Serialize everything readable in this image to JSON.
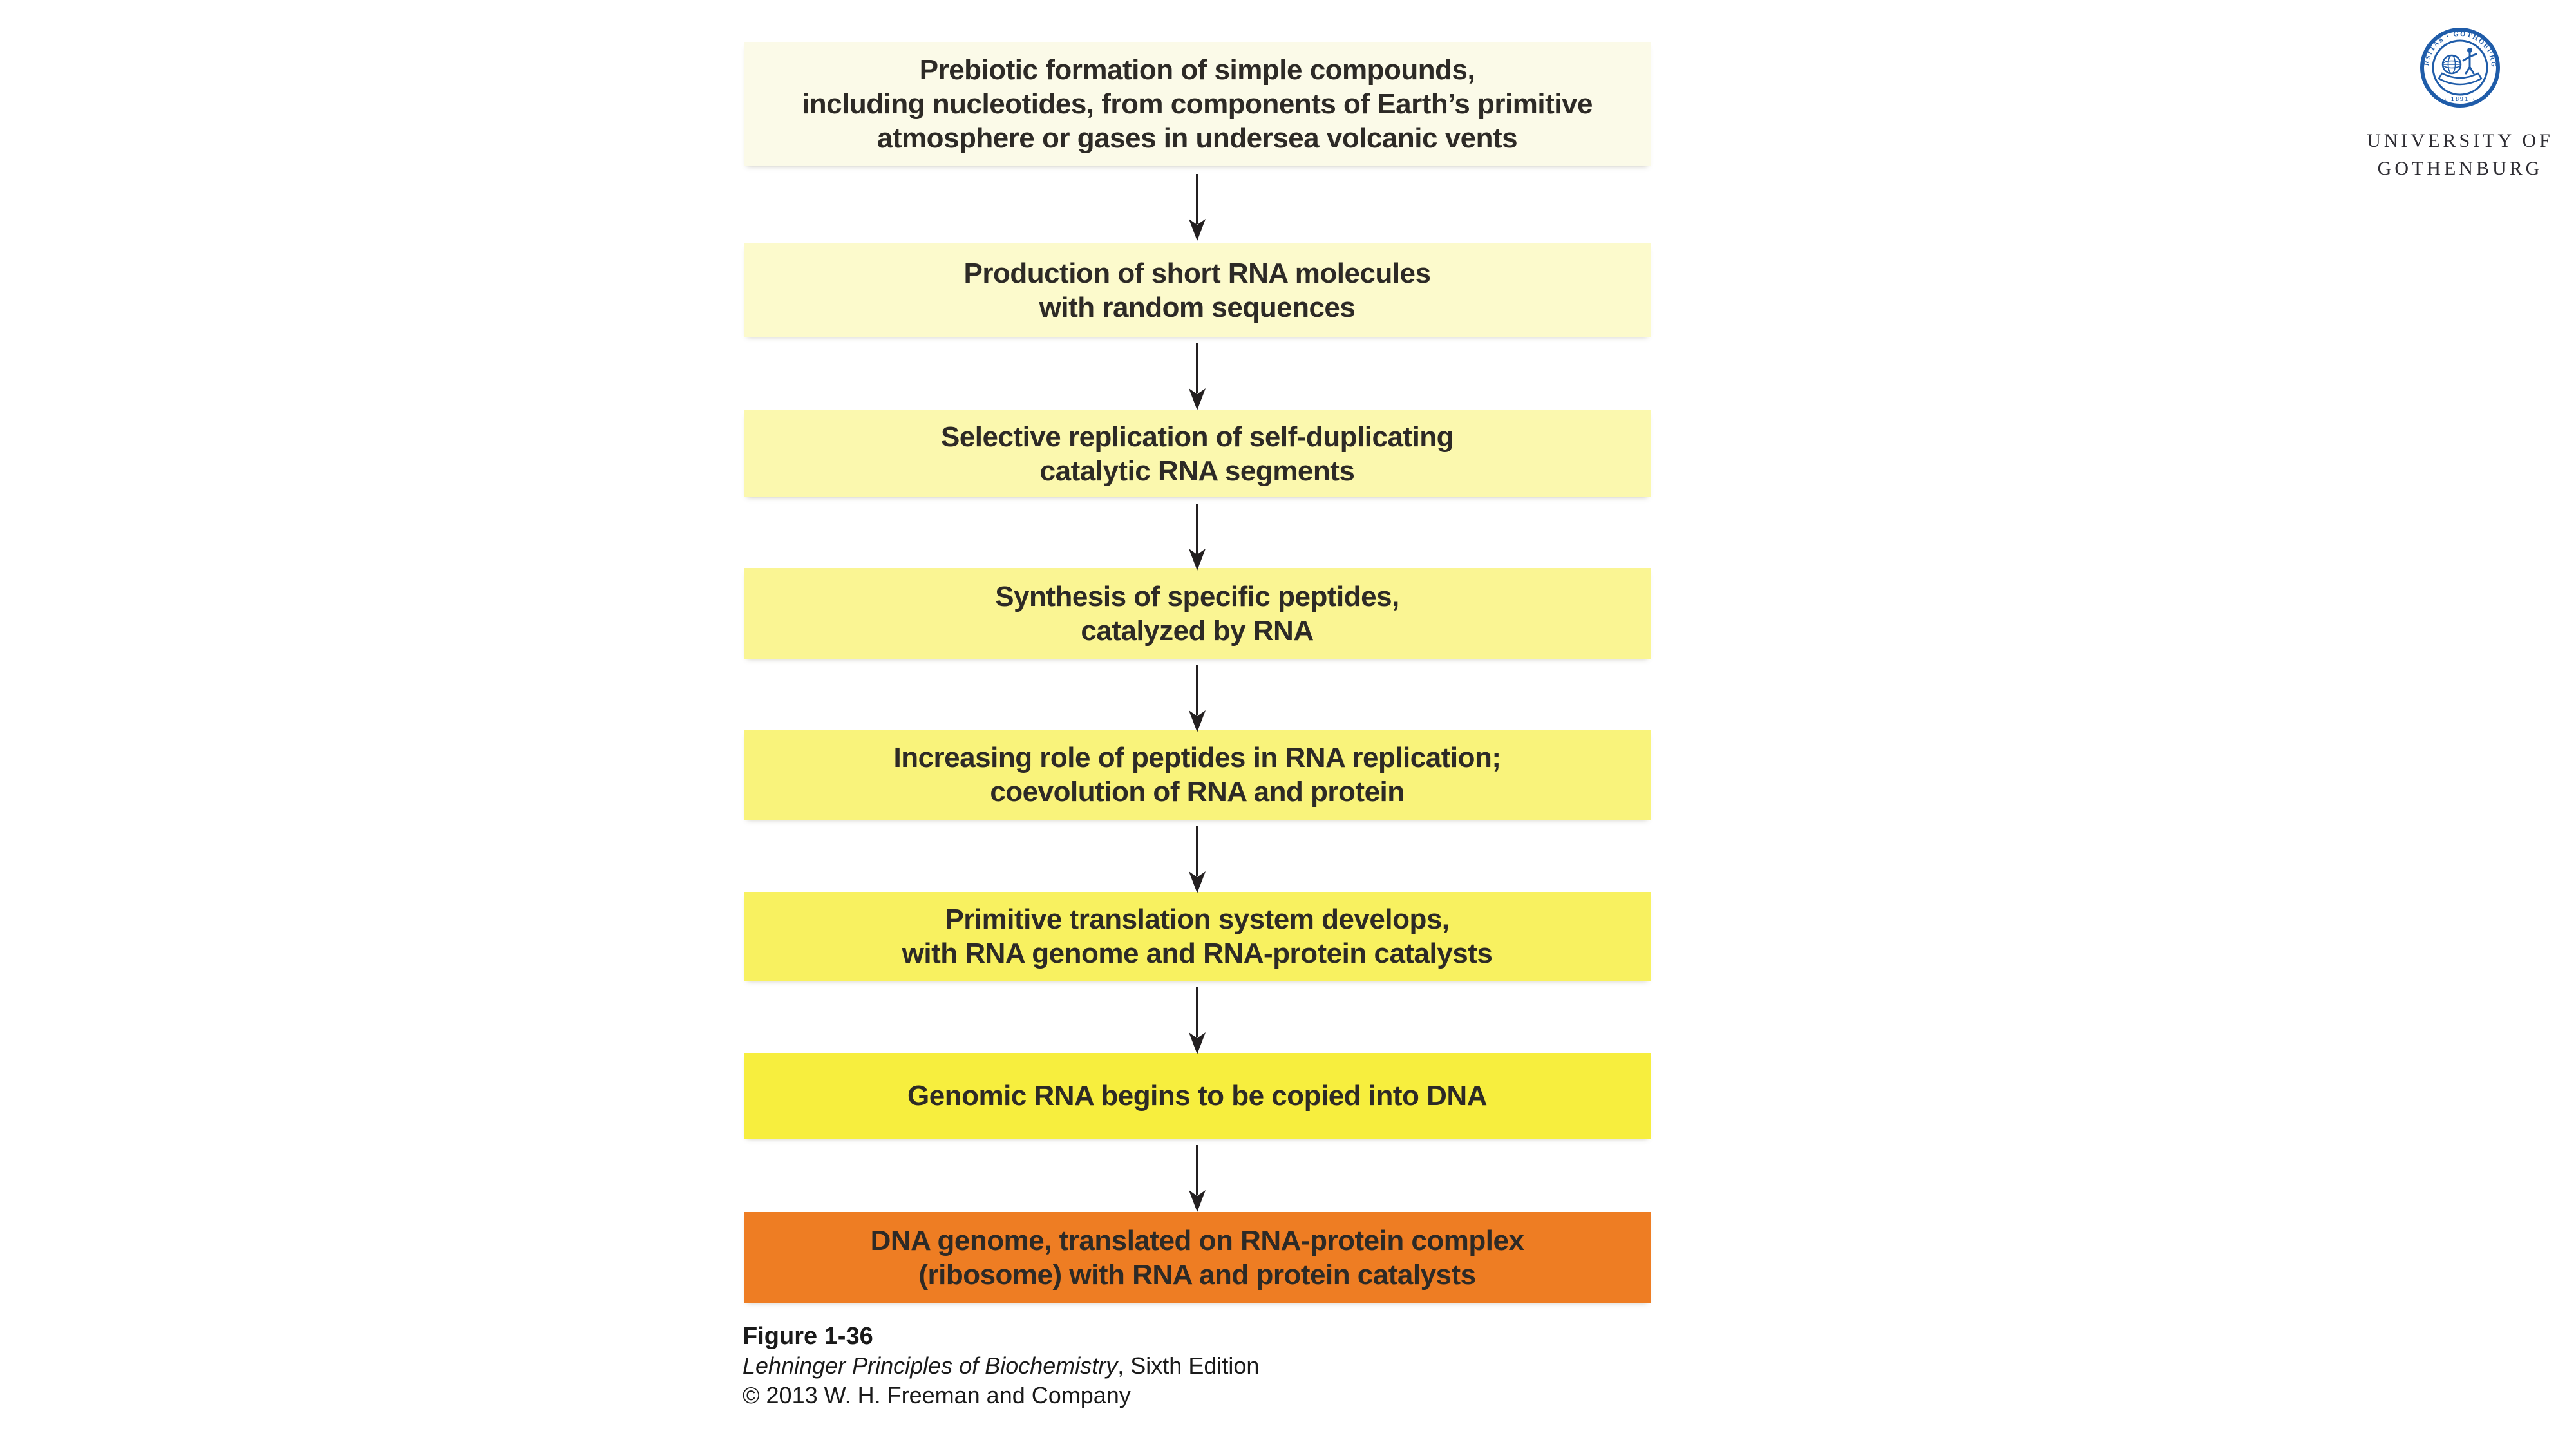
{
  "flowchart": {
    "steps": [
      {
        "text": "Prebiotic formation of simple compounds,\nincluding nucleotides, from components of Earth’s primitive\natmosphere or gases in undersea volcanic vents",
        "bg": "#FBFAE8"
      },
      {
        "text": "Production of short RNA molecules\nwith random sequences",
        "bg": "#FCFACC"
      },
      {
        "text": "Selective replication of self-duplicating\ncatalytic RNA segments",
        "bg": "#FBF8AE"
      },
      {
        "text": "Synthesis of specific peptides,\ncatalyzed by RNA",
        "bg": "#FAF593"
      },
      {
        "text": "Increasing role of peptides in RNA replication;\ncoevolution of RNA and protein",
        "bg": "#F9F37B"
      },
      {
        "text": "Primitive translation system develops,\nwith RNA genome and RNA-protein catalysts",
        "bg": "#F8F160"
      },
      {
        "text": "Genomic RNA begins to be copied into DNA",
        "bg": "#F7EE3E"
      },
      {
        "text": "DNA genome, translated on RNA-protein complex\n(ribosome) with RNA and protein catalysts",
        "bg": "#EE7D23"
      }
    ],
    "text_color": "#2D2A26",
    "arrow_color": "#231F20"
  },
  "caption": {
    "figure_label": "Figure 1-36",
    "book_title": "Lehninger Principles of Biochemistry",
    "book_rest": ", Sixth Edition",
    "copyright": "© 2013 W. H. Freeman and Company"
  },
  "logo": {
    "name_line1": "UNIVERSITY OF",
    "name_line2": "GOTHENBURG",
    "seal_ring_text": "UNIVERSITAS · GOTHOBURGENSIS",
    "seal_year": "· 1891 ·",
    "seal_color": "#1F5CA9"
  }
}
